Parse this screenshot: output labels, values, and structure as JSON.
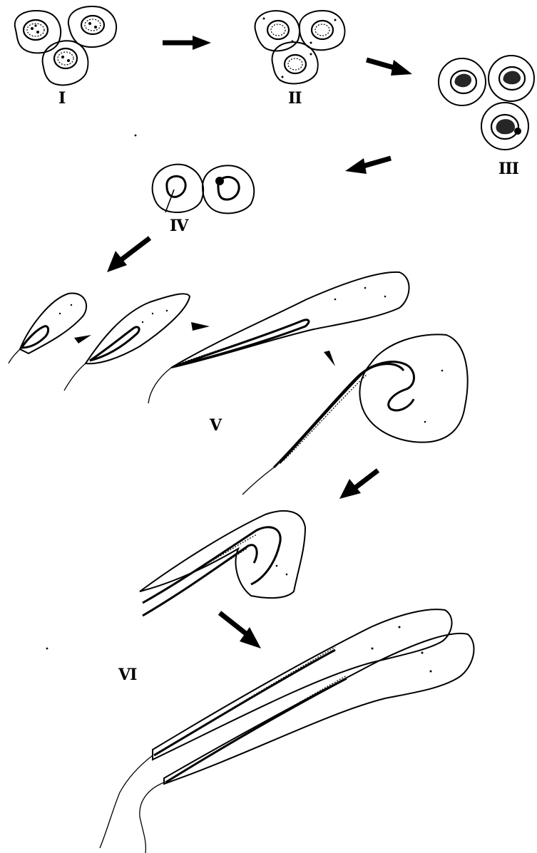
{
  "figure": {
    "stages": [
      {
        "id": "I",
        "label": "I"
      },
      {
        "id": "II",
        "label": "II"
      },
      {
        "id": "III",
        "label": "III"
      },
      {
        "id": "IV",
        "label": "IV"
      },
      {
        "id": "V",
        "label": "V"
      },
      {
        "id": "VI",
        "label": "VI"
      }
    ]
  },
  "colors": {
    "ink": "#000000",
    "background": "#ffffff"
  }
}
